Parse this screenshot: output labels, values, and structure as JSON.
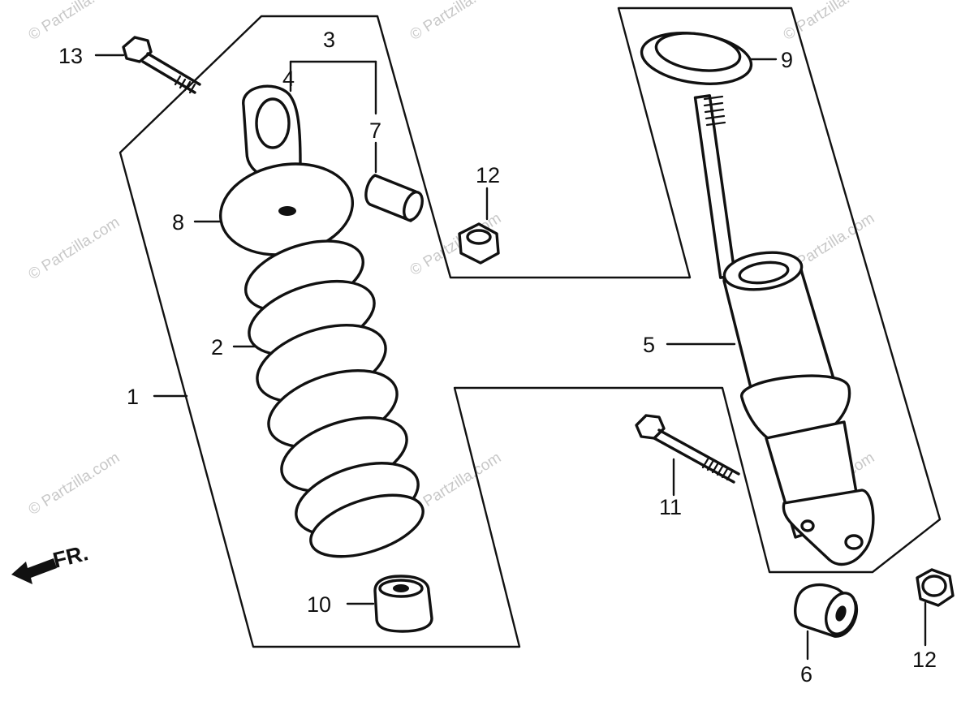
{
  "diagram": {
    "callouts": [
      {
        "id": "1",
        "text": "1"
      },
      {
        "id": "2",
        "text": "2"
      },
      {
        "id": "3",
        "text": "3"
      },
      {
        "id": "4",
        "text": "4"
      },
      {
        "id": "5",
        "text": "5"
      },
      {
        "id": "6",
        "text": "6"
      },
      {
        "id": "7",
        "text": "7"
      },
      {
        "id": "8",
        "text": "8"
      },
      {
        "id": "9",
        "text": "9"
      },
      {
        "id": "10",
        "text": "10"
      },
      {
        "id": "11",
        "text": "11"
      },
      {
        "id": "12a",
        "text": "12"
      },
      {
        "id": "12b",
        "text": "12"
      },
      {
        "id": "13",
        "text": "13"
      }
    ],
    "direction_label": "FR.",
    "watermark": "© Partzilla.com"
  }
}
